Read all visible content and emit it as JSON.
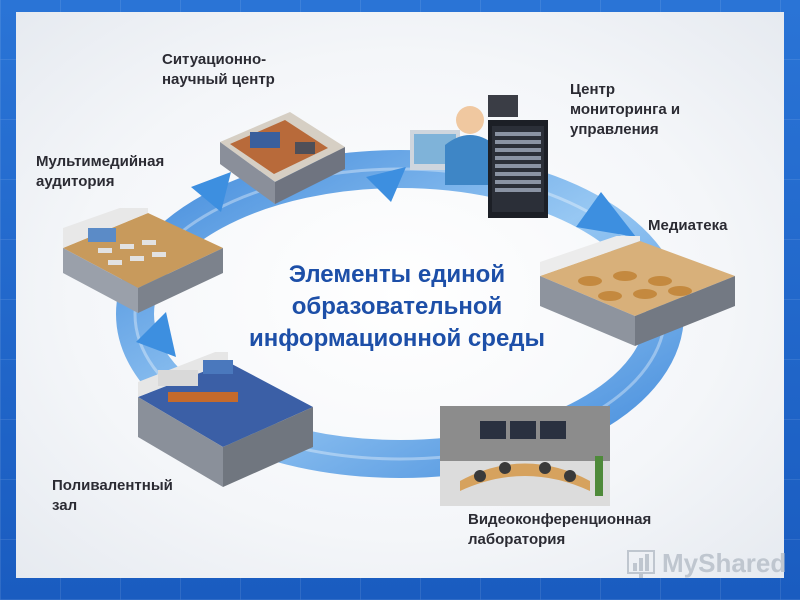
{
  "title": "Элементы единой\nобразовательной\nинформационной среды",
  "nodes": {
    "situational_center": "Ситуационно-\nнаучный центр",
    "monitoring_center": "Центр\nмониторинга и\nуправления",
    "multimedia_auditorium": "Мультимедийная\nаудитория",
    "media_library": "Медиатека",
    "polyvalent_hall": "Поливалентный\nзал",
    "video_lab": "Видеоконференционная\nлаборатория"
  },
  "watermark": "MyShared",
  "colors": {
    "ring": "#3d8fe0",
    "title": "#1d4fa8",
    "frame": "#1f64c8"
  },
  "icons": [
    "cycle-ring",
    "server-rack",
    "watermark-chart-icon"
  ]
}
